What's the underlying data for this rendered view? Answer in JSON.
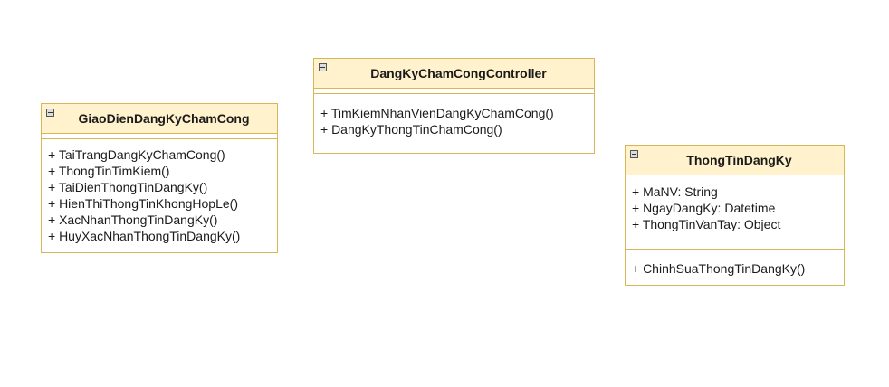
{
  "classes": [
    {
      "name": "GiaoDienDangKyChamCong",
      "attributes": [],
      "methods": [
        "+ TaiTrangDangKyChamCong()",
        "+ ThongTinTimKiem()",
        "+ TaiDienThongTinDangKy()",
        "+ HienThiThongTinKhongHopLe()",
        "+ XacNhanThongTinDangKy()",
        "+ HuyXacNhanThongTinDangKy()"
      ]
    },
    {
      "name": "DangKyChamCongController",
      "attributes": [],
      "methods": [
        "+ TimKiemNhanVienDangKyChamCong()",
        "+ DangKyThongTinChamCong()"
      ]
    },
    {
      "name": "ThongTinDangKy",
      "attributes": [
        "+ MaNV: String",
        "+ NgayDangKy: Datetime",
        "+ ThongTinVanTay: Object"
      ],
      "methods": [
        "+ ChinhSuaThongTinDangKy()"
      ]
    }
  ],
  "colors": {
    "header_fill": "#fff2cc",
    "border": "#d6b656"
  }
}
